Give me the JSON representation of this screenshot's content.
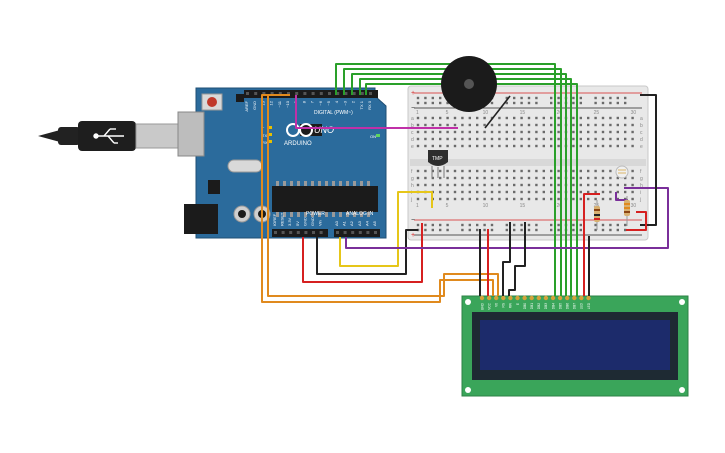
{
  "arduino": {
    "brand": "ARDUINO",
    "model": "UNO",
    "digital_label": "DIGITAL (PWM~)",
    "power_label": "POWER",
    "analog_label": "ANALOG IN",
    "tx_label": "TX",
    "rx_label": "RX",
    "on_label": "ON",
    "l_label": "L",
    "digital_pins": [
      "AREF",
      "GND",
      "13",
      "12",
      "~11",
      "~10",
      "~9",
      "8",
      "7",
      "~6",
      "~5",
      "4",
      "~3",
      "2",
      "TX 1",
      "RX 0"
    ],
    "power_pins": [
      "IOREF",
      "RESET",
      "3.3V",
      "5V",
      "GND",
      "GND",
      "Vin"
    ],
    "analog_pins": [
      "A0",
      "A1",
      "A2",
      "A3",
      "A4",
      "A5"
    ]
  },
  "breadboard": {
    "plus_symbol": "+",
    "minus_symbol": "−",
    "column_numbers": [
      "1",
      "",
      "",
      "",
      "5",
      "",
      "",
      "",
      "",
      "10",
      "",
      "",
      "",
      "",
      "15",
      "",
      "",
      "",
      "",
      "20",
      "",
      "",
      "",
      "",
      "25",
      "",
      "",
      "",
      "",
      "30"
    ],
    "row_letters_top": [
      "a",
      "b",
      "c",
      "d",
      "e"
    ],
    "row_letters_bottom": [
      "f",
      "g",
      "h",
      "i",
      "j"
    ]
  },
  "sensor": {
    "label": "TMP"
  },
  "lcd": {
    "pin_labels": [
      "GND",
      "VCC",
      "V0",
      "RS",
      "RW",
      "E",
      "DB0",
      "DB1",
      "DB2",
      "DB3",
      "DB4",
      "DB5",
      "DB6",
      "DB7",
      "LED",
      "LED"
    ]
  },
  "colors": {
    "arduino_board": "#2b6b9c",
    "breadboard": "#e8e8e8",
    "lcd_pcb": "#3aa55a",
    "lcd_screen": "#1c2b6b",
    "wire_green": "#2aa02a",
    "wire_orange": "#e08a1e",
    "wire_red": "#d62020",
    "wire_black": "#222222",
    "wire_yellow": "#e6c619",
    "wire_purple": "#7a2f9a",
    "wire_magenta": "#c030a8"
  }
}
